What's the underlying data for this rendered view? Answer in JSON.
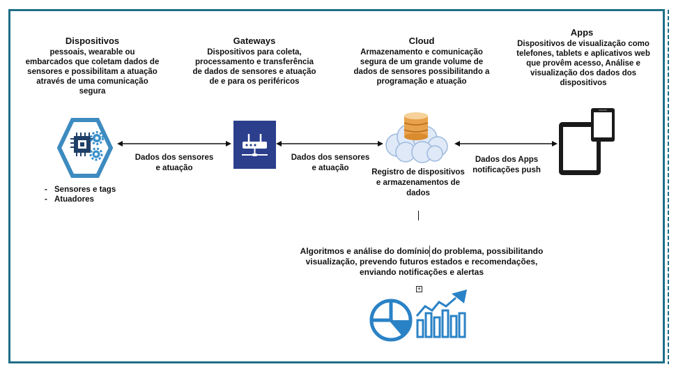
{
  "columns": {
    "devices": {
      "title": "Dispositivos",
      "desc_lines": [
        "pessoais, wearable ou",
        "embarcados que coletam dados de",
        "sensores e possibilitam a atuação",
        "através de uma comunicação",
        "segura"
      ]
    },
    "gateways": {
      "title": "Gateways",
      "desc_lines": [
        "Dispositivos para coleta,",
        "processamento e transferência",
        "de dados de sensores e atuação",
        "de e para os periféricos"
      ]
    },
    "cloud": {
      "title": "Cloud",
      "desc_lines": [
        "Armazenamento e comunicação",
        "segura de um grande volume de",
        "dados  de sensores possibilitando a",
        "programação e atuação"
      ]
    },
    "apps": {
      "title": "Apps",
      "desc_lines": [
        "Dispositivos de visualização como",
        "telefones, tablets e aplicativos web",
        "que provêm acesso, Análise e",
        "visualização dos dados dos",
        "dispositivos"
      ]
    }
  },
  "device_list": [
    "Sensores e tags",
    "Atuadores"
  ],
  "links": {
    "devices_gateway": [
      "Dados dos sensores",
      "e atuação"
    ],
    "gateway_cloud": [
      "Dados dos sensores",
      "e atuação"
    ],
    "cloud_apps": [
      "Dados dos Apps",
      "notificações push"
    ]
  },
  "cloud_registry": [
    "Registro de dispositivos",
    "e armazenamentos de",
    "dados"
  ],
  "analytics": [
    "Algoritmos e análise do domínio do problema, possibilitando",
    "visualização, prevendo futuros estados e recomendações,",
    "enviando notificações e alertas"
  ],
  "expand_symbol": "+",
  "icons": [
    "chip-gear-icon",
    "router-icon",
    "cloud-database-icon",
    "tablet-phone-icon",
    "pie-chart-icon",
    "bar-chart-growth-icon"
  ],
  "colors": {
    "frame": "#1f6f86",
    "accent_blue": "#2a82c6",
    "gateway_blue": "#2b3f8c"
  }
}
